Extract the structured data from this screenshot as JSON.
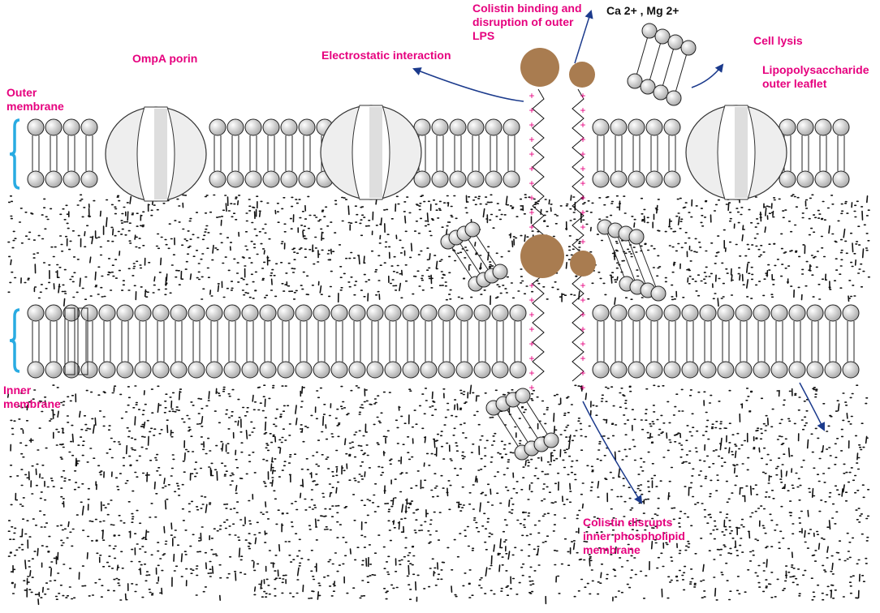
{
  "labels": {
    "outer_membrane": "Outer\nmembrane",
    "inner_membrane": "Inner\nmembrane",
    "ompa_porin": "OmpA porin",
    "electrostatic": "Electrostatic interaction",
    "colistin_binding": "Colistin binding and\ndisruption of outer\nLPS",
    "cations": "Ca 2+ , Mg 2+",
    "cell_lysis": "Cell lysis",
    "lps_leaflet": "Lipopolysaccharide\nouter leaflet",
    "inner_disrupt": "Colistin disrupts\ninner phospholipid\nmembrane"
  },
  "charge_symbol": "+",
  "colors": {
    "label_pink": "#e6007e",
    "brace_cyan": "#29abe2",
    "arrow_blue": "#1b3a8c",
    "colistin_brown": "#a97c50",
    "lipid_gray": "#d9d9d9"
  }
}
